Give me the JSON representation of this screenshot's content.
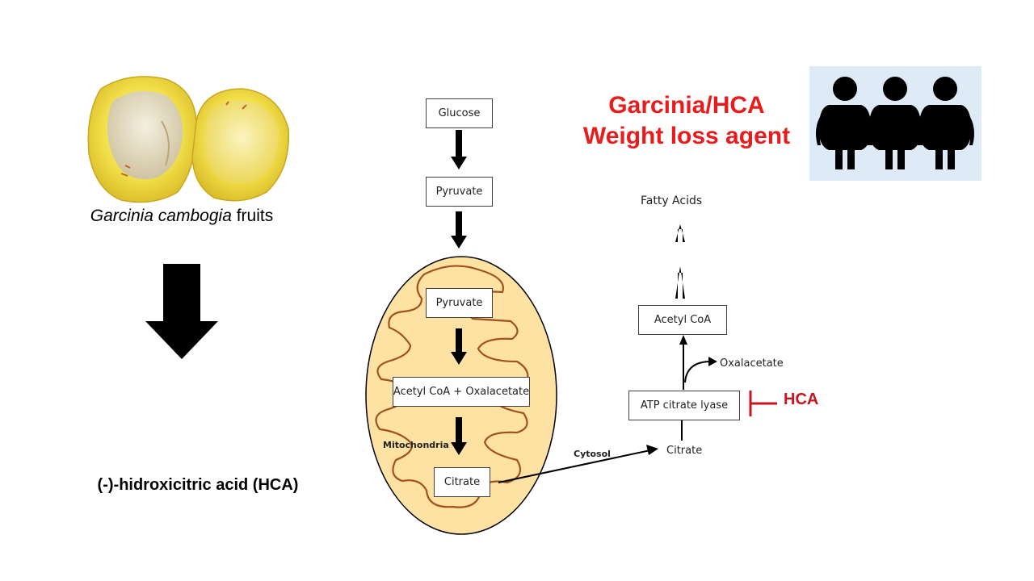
{
  "fruit": {
    "caption_italic": "Garcinia cambogia",
    "caption_rest": " fruits"
  },
  "compound_label": "(-)-hidroxicitric acid (HCA)",
  "title": {
    "line1": "Garcinia/HCA",
    "line2": "Weight loss agent"
  },
  "pathway": {
    "glucose": "Glucose",
    "pyruvate_outer": "Pyruvate",
    "pyruvate_inner": "Pyruvate",
    "acetyl_oxal": "Acetyl CoA + Oxalacetate",
    "mitochondria": "Mitochondria",
    "citrate_inner": "Citrate",
    "cytosol": "Cytosol",
    "citrate_outer": "Citrate",
    "atp_citrate_lyase": "ATP citrate lyase",
    "oxalacetate": "Oxalacetate",
    "acetyl_coa": "Acetyl CoA",
    "fatty_acids": "Fatty Acids",
    "inhibitor": "HCA"
  },
  "colors": {
    "title_red": "#e81c1c",
    "inhibitor_red": "#c8141e",
    "mito_fill": "#fde2a4",
    "mito_stroke": "#a0521e",
    "panel_blue": "#deebf7",
    "fruit_yellow": "#f2e04a"
  }
}
